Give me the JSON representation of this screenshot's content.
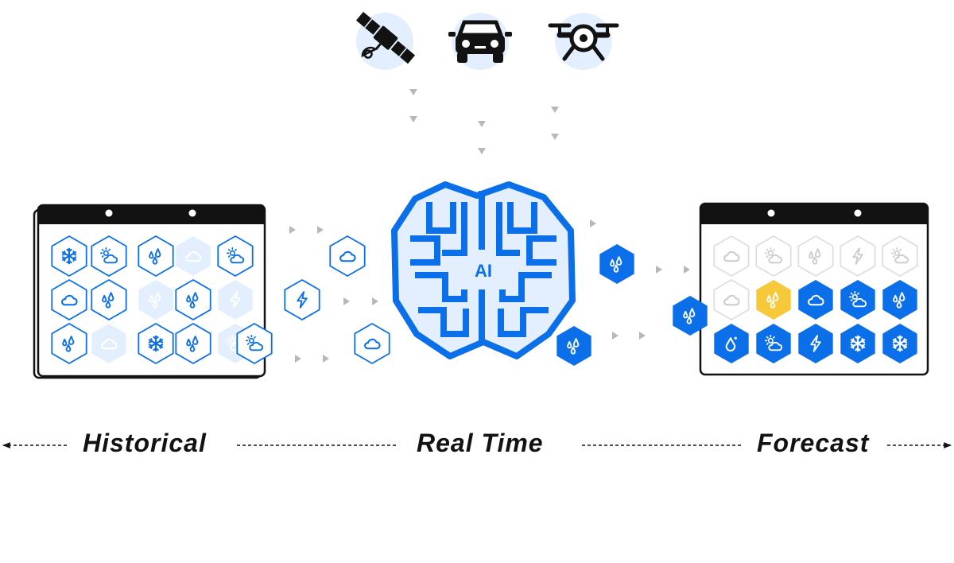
{
  "colors": {
    "blue": "#0a6fe8",
    "light_blue": "#e3efff",
    "yellow": "#f7c93a",
    "faded": "#c9ccd1",
    "dark": "#121212",
    "arrow_gray": "#b8b8b8"
  },
  "sources": [
    {
      "icon": "satellite-icon"
    },
    {
      "icon": "car-icon"
    },
    {
      "icon": "drone-icon"
    }
  ],
  "brain": {
    "label": "AI"
  },
  "historical_calendar": {
    "rows": [
      [
        {
          "icon": "snowflake-icon",
          "state": "outline"
        },
        {
          "icon": "sun-cloud-icon",
          "state": "outline"
        },
        {
          "icon": "raindrops-icon",
          "state": "outline"
        },
        {
          "icon": "cloud-icon",
          "state": "ghost"
        },
        {
          "icon": "sun-cloud-icon",
          "state": "outline"
        }
      ],
      [
        {
          "icon": "cloud-icon",
          "state": "outline"
        },
        {
          "icon": "raindrops-icon",
          "state": "outline"
        },
        {
          "icon": "raindrops-icon",
          "state": "ghost"
        },
        {
          "icon": "raindrops-icon",
          "state": "outline"
        },
        {
          "icon": "lightning-icon",
          "state": "ghost"
        }
      ],
      [
        {
          "icon": "raindrops-icon",
          "state": "outline"
        },
        {
          "icon": "cloud-icon",
          "state": "ghost"
        },
        {
          "icon": "snowflake-icon",
          "state": "outline"
        },
        {
          "icon": "raindrops-icon",
          "state": "outline"
        },
        {
          "icon": "sun-cloud-icon",
          "state": "ghost"
        }
      ]
    ]
  },
  "forecast_calendar": {
    "rows": [
      [
        {
          "icon": "cloud-icon",
          "state": "faded"
        },
        {
          "icon": "sun-cloud-icon",
          "state": "faded"
        },
        {
          "icon": "raindrops-icon",
          "state": "faded"
        },
        {
          "icon": "lightning-icon",
          "state": "faded"
        },
        {
          "icon": "sun-cloud-icon",
          "state": "faded"
        }
      ],
      [
        {
          "icon": "cloud-icon",
          "state": "faded"
        },
        {
          "icon": "raindrops-icon",
          "state": "yellow"
        },
        {
          "icon": "cloud-icon",
          "state": "solid"
        },
        {
          "icon": "sun-cloud-icon",
          "state": "solid"
        },
        {
          "icon": "raindrops-icon",
          "state": "solid"
        }
      ],
      [
        {
          "icon": "water-drop-icon",
          "state": "solid"
        },
        {
          "icon": "sun-cloud-icon",
          "state": "solid"
        },
        {
          "icon": "lightning-icon",
          "state": "solid"
        },
        {
          "icon": "snowflake-icon",
          "state": "solid"
        },
        {
          "icon": "snowflake-icon",
          "state": "solid"
        }
      ]
    ]
  },
  "floating_inputs": [
    {
      "icon": "cloud-icon",
      "state": "outline"
    },
    {
      "icon": "lightning-icon",
      "state": "outline"
    },
    {
      "icon": "cloud-icon",
      "state": "outline"
    },
    {
      "icon": "sun-cloud-icon",
      "state": "outline"
    }
  ],
  "floating_outputs": [
    {
      "icon": "raindrops-icon",
      "state": "solid"
    },
    {
      "icon": "raindrops-icon",
      "state": "solid"
    },
    {
      "icon": "raindrops-icon",
      "state": "solid"
    }
  ],
  "timeline": {
    "historical": "Historical",
    "realtime": "Real Time",
    "forecast": "Forecast"
  }
}
